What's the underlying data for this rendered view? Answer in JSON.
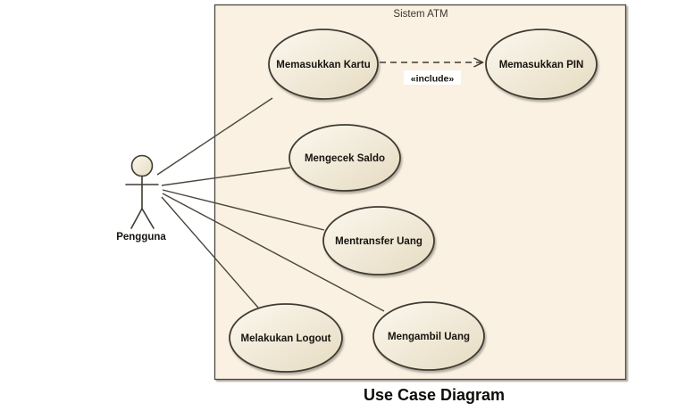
{
  "diagram": {
    "type": "uml-use-case",
    "system": {
      "label": "Sistem ATM"
    },
    "actor": {
      "label": "Pengguna"
    },
    "use_cases": [
      {
        "id": "memasukkan-kartu",
        "label": "Memasukkan Kartu"
      },
      {
        "id": "memasukkan-pin",
        "label": "Memasukkan PIN"
      },
      {
        "id": "mengecek-saldo",
        "label": "Mengecek Saldo"
      },
      {
        "id": "mentransfer-uang",
        "label": "Mentransfer Uang"
      },
      {
        "id": "melakukan-logout",
        "label": "Melakukan Logout"
      },
      {
        "id": "mengambil-uang",
        "label": "Mengambil Uang"
      }
    ],
    "relationships": [
      {
        "from": "Memasukkan Kartu",
        "to": "Memasukkan PIN",
        "type": "include",
        "label": "«include»",
        "style": "dashed-open-arrow"
      },
      {
        "from": "Pengguna",
        "to": "Memasukkan Kartu",
        "type": "association"
      },
      {
        "from": "Pengguna",
        "to": "Mengecek Saldo",
        "type": "association"
      },
      {
        "from": "Pengguna",
        "to": "Mentransfer Uang",
        "type": "association"
      },
      {
        "from": "Pengguna",
        "to": "Mengambil Uang",
        "type": "association"
      },
      {
        "from": "Pengguna",
        "to": "Melakukan Logout",
        "type": "association"
      }
    ],
    "caption": "Use Case Diagram",
    "colors": {
      "background": "#ffffff",
      "boundary_fill": "#faf1e3",
      "node_fill_light": "#fcf8ef",
      "node_fill_dark": "#e6dbc1",
      "stroke": "#3f3b33",
      "text": "#17130f",
      "include_label_bg": "#ffffff"
    }
  }
}
